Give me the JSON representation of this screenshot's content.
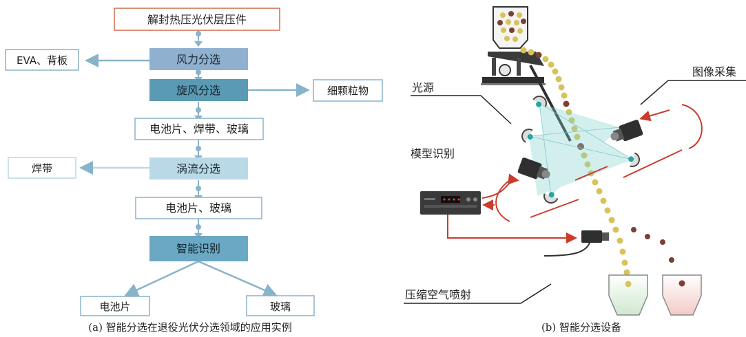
{
  "flowchart": {
    "start": "解封热压光伏层压件",
    "steps": [
      {
        "label": "风力分选",
        "output": "EVA、背板"
      },
      {
        "label": "旋风分选",
        "output": "细颗粒物"
      },
      {
        "label": "电池片、焊带、玻璃"
      },
      {
        "label": "涡流分选",
        "output": "焊带"
      },
      {
        "label": "电池片、玻璃"
      },
      {
        "label": "智能识别"
      }
    ],
    "final_outputs": [
      "电池片",
      "玻璃"
    ],
    "caption": "(a) 智能分选在退役光伏分选领域的应用实例"
  },
  "equipment": {
    "labels": {
      "light_source": "光源",
      "image_capture": "图像采集",
      "model_recognition": "模型识别",
      "air_jet": "压缩空气喷射"
    },
    "caption": "(b) 智能分选设备"
  },
  "colors": {
    "start_border": "#d46a4e",
    "wind_box": "#8fb0cf",
    "cyclone_box": "#5b9ab4",
    "eddy_box": "#b9d9e6",
    "recognition_box": "#6aa8c4",
    "connector": "#88b3c9",
    "accent_red": "#cc3b2a",
    "cell_particle": "#d8c25a",
    "glass_particle": "#7b3f34",
    "beam": "#7fd3cf"
  }
}
